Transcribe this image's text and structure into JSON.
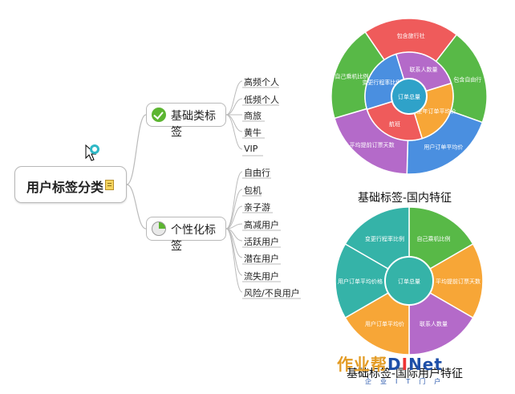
{
  "mindmap": {
    "root": "用户标签分类",
    "branches": [
      {
        "label": "基础类标签",
        "icon": "check-icon",
        "items": [
          "高频个人",
          "低频个人",
          "商旅",
          "黄牛",
          "VIP"
        ]
      },
      {
        "label": "个性化标签",
        "icon": "pie-progress-icon",
        "items": [
          "自由行",
          "包机",
          "亲子游",
          "高减用户",
          "活跃用户",
          "潜在用户",
          "流失用户",
          "风险/不良用户"
        ]
      }
    ]
  },
  "chart_data": [
    {
      "type": "pie",
      "title": "基础标签-国内特征",
      "center": "订单总量",
      "inner": [
        "联系人数量",
        "全年订单平均价",
        "航班",
        "变更行程率比例"
      ],
      "outer": [
        "包含旅行社",
        "包含自由行",
        "用户订单平均价",
        "平均提前订票天数",
        "自己乘机比例"
      ]
    },
    {
      "type": "pie",
      "title": "基础标签-国际用户特征",
      "center": "订单总量",
      "outer": [
        "自己乘机比例",
        "平均提前订票天数",
        "联系人数量",
        "用户订单平均价",
        "用户订单平均价格",
        "变更行程率比例"
      ]
    }
  ],
  "colors": {
    "red": "#ef5b5b",
    "green": "#58b947",
    "orange": "#f7a637",
    "blue": "#4a8fe0",
    "purple": "#b46ac9",
    "teal": "#35b3a8",
    "inner_center": "#2fa2c9"
  },
  "watermark": {
    "text_a": "作业帮",
    "text_b": "D",
    "text_c": "I",
    "text_d": "Net",
    "sub": "企业IT门户"
  }
}
